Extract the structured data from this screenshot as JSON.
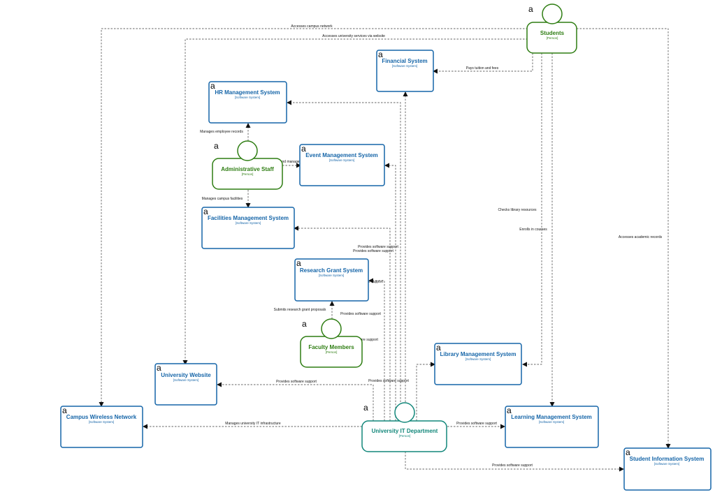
{
  "icon_letter": "a",
  "colors": {
    "system": "#1565a8",
    "person_staff": "#2e7d12",
    "person_it": "#12877a",
    "edge": "#333333"
  },
  "nodes": {
    "students": {
      "name": "Students",
      "type": "[Person]"
    },
    "financial": {
      "name": "Financial System",
      "type": "[Software System]"
    },
    "hr": {
      "name": "HR Management System",
      "type": "[Software System]"
    },
    "admin": {
      "name": "Administrative Staff",
      "type": "[Person]"
    },
    "event": {
      "name": "Event Management System",
      "type": "[Software System]"
    },
    "facilities": {
      "name": "Facilities Management System",
      "type": "[Software System]"
    },
    "research": {
      "name": "Research Grant System",
      "type": "[Software System]"
    },
    "faculty": {
      "name": "Faculty Members",
      "type": "[Person]"
    },
    "library": {
      "name": "Library Management System",
      "type": "[Software System]"
    },
    "website": {
      "name": "University Website",
      "type": "[Software System]"
    },
    "wireless": {
      "name": "Campus Wireless Network",
      "type": "[Software System]"
    },
    "it": {
      "name": "University IT Department",
      "type": "[Person]"
    },
    "lms": {
      "name": "Learning Management System",
      "type": "[Software System]"
    },
    "sis": {
      "name": "Student Information System",
      "type": "[Software System]"
    }
  },
  "edges": {
    "accesses_network": "Accesses campus network",
    "accesses_services": "Accesses university services via website",
    "pays_fees": "Pays tuition and fees",
    "manages_employee": "Manages employee records",
    "plans_events": "Plans and manages events",
    "manages_facilities": "Manages campus facilities",
    "checks_library": "Checks library resources",
    "enrolls": "Enrolls in courses",
    "accesses_records": "Accesses academic records",
    "support_facilities_1": "Provides software support",
    "support_facilities_2": "Provides software support",
    "support_research": "Provides software support",
    "submits_grant": "Submits research grant proposals",
    "support_event": "Provides software support",
    "support_financial": "Provides software support",
    "support_library": "Provides software support",
    "support_website": "Provides software support",
    "manages_infra": "Manages university IT infrastructure",
    "support_lms": "Provides software support",
    "support_sis": "Provides software support"
  }
}
